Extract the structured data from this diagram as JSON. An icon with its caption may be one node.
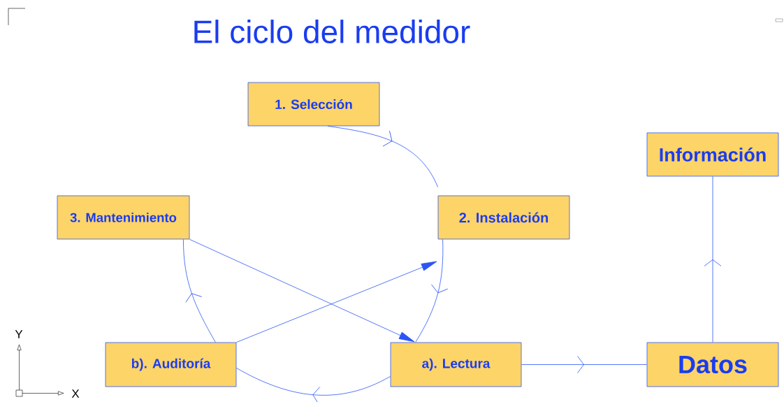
{
  "diagram": {
    "title": "El ciclo del medidor",
    "nodes": [
      {
        "text": [
          "1. Selección"
        ]
      },
      {
        "text": [
          "2. Instalación"
        ]
      },
      {
        "text": [
          "3. Mantenimiento"
        ]
      },
      {
        "text": [
          "b). Auditoría"
        ]
      },
      {
        "text": [
          "a). Lectura"
        ]
      },
      {
        "text": [
          "Información"
        ]
      },
      {
        "text": [
          "Datos"
        ]
      }
    ],
    "edges": [
      {
        "from": 0,
        "to": 1,
        "arrow": "to"
      },
      {
        "from": 1,
        "to": 4,
        "arrow": "to"
      },
      {
        "from": 4,
        "to": 3,
        "arrow": "to"
      },
      {
        "from": 3,
        "to": 2,
        "arrow": "to"
      },
      {
        "from": 2,
        "to": 4,
        "arrow": "to"
      },
      {
        "from": 3,
        "to": 1,
        "arrow": "to"
      },
      {
        "from": 4,
        "to": 6,
        "arrow": "to"
      },
      {
        "from": 6,
        "to": 5,
        "arrow": "to"
      }
    ],
    "labels": [
      "Y",
      "X"
    ]
  }
}
